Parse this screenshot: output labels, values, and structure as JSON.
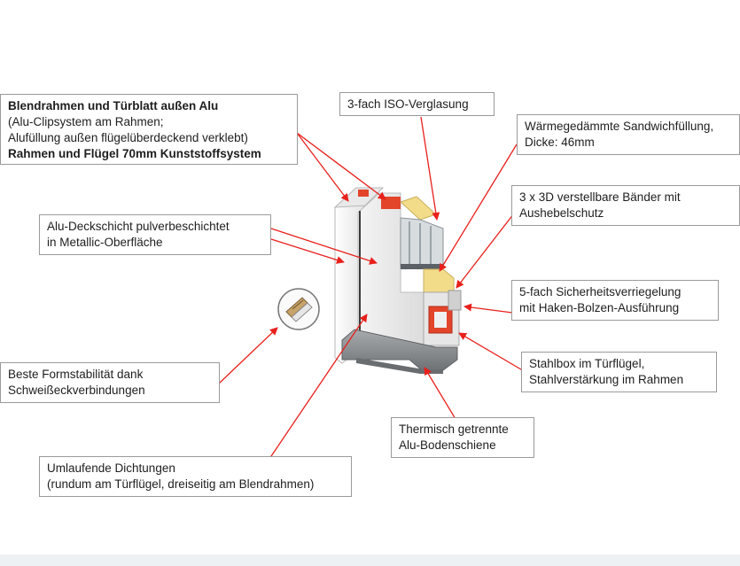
{
  "labels": {
    "frame_material": {
      "lines": [
        {
          "text": "Blendrahmen und Türblatt außen Alu",
          "bold": true
        },
        {
          "text": "(Alu-Clipsystem am Rahmen;",
          "bold": false
        },
        {
          "text": "Alufüllung außen flügelüberdeckend verklebt)",
          "bold": false
        },
        {
          "text": "Rahmen und Flügel 70mm Kunststoffsystem",
          "bold": true
        }
      ]
    },
    "glazing": {
      "lines": [
        {
          "text": "3-fach ISO-Verglasung",
          "bold": false
        }
      ]
    },
    "sandwich_fill": {
      "lines": [
        {
          "text": "Wärmegedämmte Sandwichfüllung,",
          "bold": false
        },
        {
          "text": "Dicke: 46mm",
          "bold": false
        }
      ]
    },
    "hinges": {
      "lines": [
        {
          "text": "3 x 3D verstellbare Bänder mit",
          "bold": false
        },
        {
          "text": "Aushebelschutz",
          "bold": false
        }
      ]
    },
    "alu_coating": {
      "lines": [
        {
          "text": "Alu-Deckschicht pulverbeschichtet",
          "bold": false
        },
        {
          "text": "in Metallic-Oberfläche",
          "bold": false
        }
      ]
    },
    "locking": {
      "lines": [
        {
          "text": "5-fach Sicherheitsverriegelung",
          "bold": false
        },
        {
          "text": "mit Haken-Bolzen-Ausführung",
          "bold": false
        }
      ]
    },
    "steel_box": {
      "lines": [
        {
          "text": "Stahlbox im Türflügel,",
          "bold": false
        },
        {
          "text": "Stahlverstärkung im Rahmen",
          "bold": false
        }
      ]
    },
    "form_stability": {
      "lines": [
        {
          "text": "Beste Formstabilität dank",
          "bold": false
        },
        {
          "text": "Schweißeckverbindungen",
          "bold": false
        }
      ]
    },
    "threshold": {
      "lines": [
        {
          "text": "Thermisch getrennte",
          "bold": false
        },
        {
          "text": "Alu-Bodenschiene",
          "bold": false
        }
      ]
    },
    "seals": {
      "lines": [
        {
          "text": "Umlaufende Dichtungen",
          "bold": false
        },
        {
          "text": "(rundum am Türflügel, dreiseitig am Blendrahmen)",
          "bold": false
        }
      ]
    }
  },
  "colors": {
    "arrow": "#e8201c",
    "box_border": "#9a9a9a",
    "insulation": "#f2dc8a",
    "steel_core": "#e2452a",
    "threshold": "#8d9093"
  }
}
